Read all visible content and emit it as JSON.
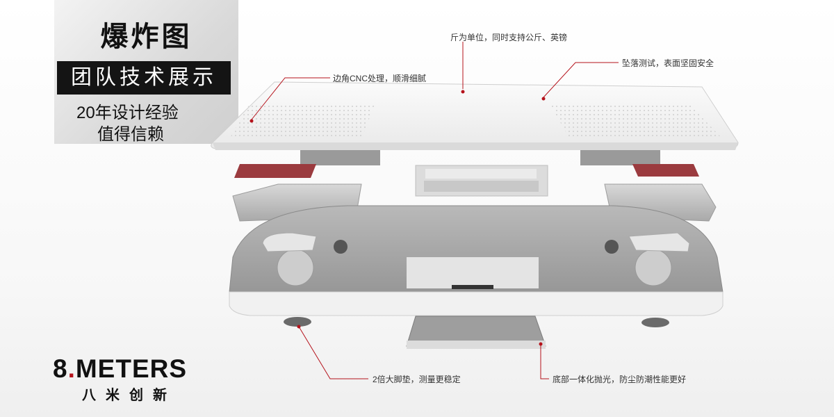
{
  "header": {
    "title": "爆炸图",
    "team_label": "团队技术展示",
    "slogan_line1": "20年设计经验",
    "slogan_line2": "值得信赖"
  },
  "callouts": {
    "unit": "斤为单位，同时支持公斤、英镑",
    "drop_test": "坠落测试，表面坚固安全",
    "corner": "边角CNC处理，顺滑细腻",
    "feet": "2倍大脚垫，测量更稳定",
    "bottom": "底部一体化抛光，防尘防潮性能更好"
  },
  "brand": {
    "name_main": "8",
    "name_dot": ".",
    "name_rest": "METERS",
    "name_cn": "八米创新"
  },
  "colors": {
    "accent": "#b5121b",
    "dark_panel": "#141414"
  }
}
